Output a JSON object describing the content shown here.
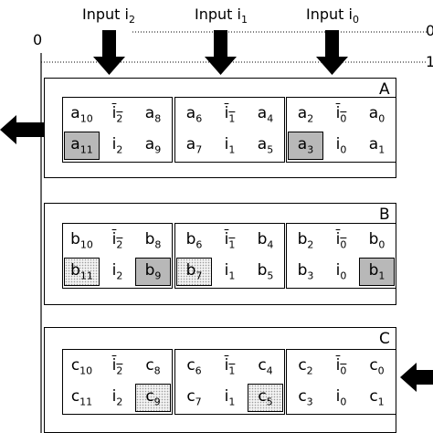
{
  "inputs": [
    {
      "base": "Input i",
      "sub": "2"
    },
    {
      "base": "Input i",
      "sub": "1"
    },
    {
      "base": "Input i",
      "sub": "0"
    }
  ],
  "axis": {
    "left_label": "0",
    "right_top": "0",
    "right_second": "1"
  },
  "panels": [
    {
      "label": "A",
      "arrow": "out-left",
      "boxes": [
        [
          [
            "a",
            "10",
            ""
          ],
          [
            "i",
            "2",
            "bar"
          ],
          [
            "a",
            "8",
            ""
          ],
          [
            "a",
            "11",
            "gray"
          ],
          [
            "i",
            "2",
            ""
          ],
          [
            "a",
            "9",
            ""
          ]
        ],
        [
          [
            "a",
            "6",
            ""
          ],
          [
            "i",
            "1",
            "bar"
          ],
          [
            "a",
            "4",
            ""
          ],
          [
            "a",
            "7",
            ""
          ],
          [
            "i",
            "1",
            ""
          ],
          [
            "a",
            "5",
            ""
          ]
        ],
        [
          [
            "a",
            "2",
            ""
          ],
          [
            "i",
            "0",
            "bar"
          ],
          [
            "a",
            "0",
            ""
          ],
          [
            "a",
            "3",
            "gray"
          ],
          [
            "i",
            "0",
            ""
          ],
          [
            "a",
            "1",
            ""
          ]
        ]
      ]
    },
    {
      "label": "B",
      "arrow": "",
      "boxes": [
        [
          [
            "b",
            "10",
            ""
          ],
          [
            "i",
            "2",
            "bar"
          ],
          [
            "b",
            "8",
            ""
          ],
          [
            "b",
            "11",
            "dotted"
          ],
          [
            "i",
            "2",
            ""
          ],
          [
            "b",
            "9",
            "gray"
          ]
        ],
        [
          [
            "b",
            "6",
            ""
          ],
          [
            "i",
            "1",
            "bar"
          ],
          [
            "b",
            "4",
            ""
          ],
          [
            "b",
            "7",
            "dotted"
          ],
          [
            "i",
            "1",
            ""
          ],
          [
            "b",
            "5",
            ""
          ]
        ],
        [
          [
            "b",
            "2",
            ""
          ],
          [
            "i",
            "0",
            "bar"
          ],
          [
            "b",
            "0",
            ""
          ],
          [
            "b",
            "3",
            ""
          ],
          [
            "i",
            "0",
            ""
          ],
          [
            "b",
            "1",
            "gray"
          ]
        ]
      ]
    },
    {
      "label": "C",
      "arrow": "in-right",
      "boxes": [
        [
          [
            "c",
            "10",
            ""
          ],
          [
            "i",
            "2",
            "bar"
          ],
          [
            "c",
            "8",
            ""
          ],
          [
            "c",
            "11",
            ""
          ],
          [
            "i",
            "2",
            ""
          ],
          [
            "c",
            "9",
            "dotted"
          ]
        ],
        [
          [
            "c",
            "6",
            ""
          ],
          [
            "i",
            "1",
            "bar"
          ],
          [
            "c",
            "4",
            ""
          ],
          [
            "c",
            "7",
            ""
          ],
          [
            "i",
            "1",
            ""
          ],
          [
            "c",
            "5",
            "dotted"
          ]
        ],
        [
          [
            "c",
            "2",
            ""
          ],
          [
            "i",
            "0",
            "bar"
          ],
          [
            "c",
            "0",
            ""
          ],
          [
            "c",
            "3",
            ""
          ],
          [
            "i",
            "0",
            ""
          ],
          [
            "c",
            "1",
            ""
          ]
        ]
      ]
    }
  ]
}
